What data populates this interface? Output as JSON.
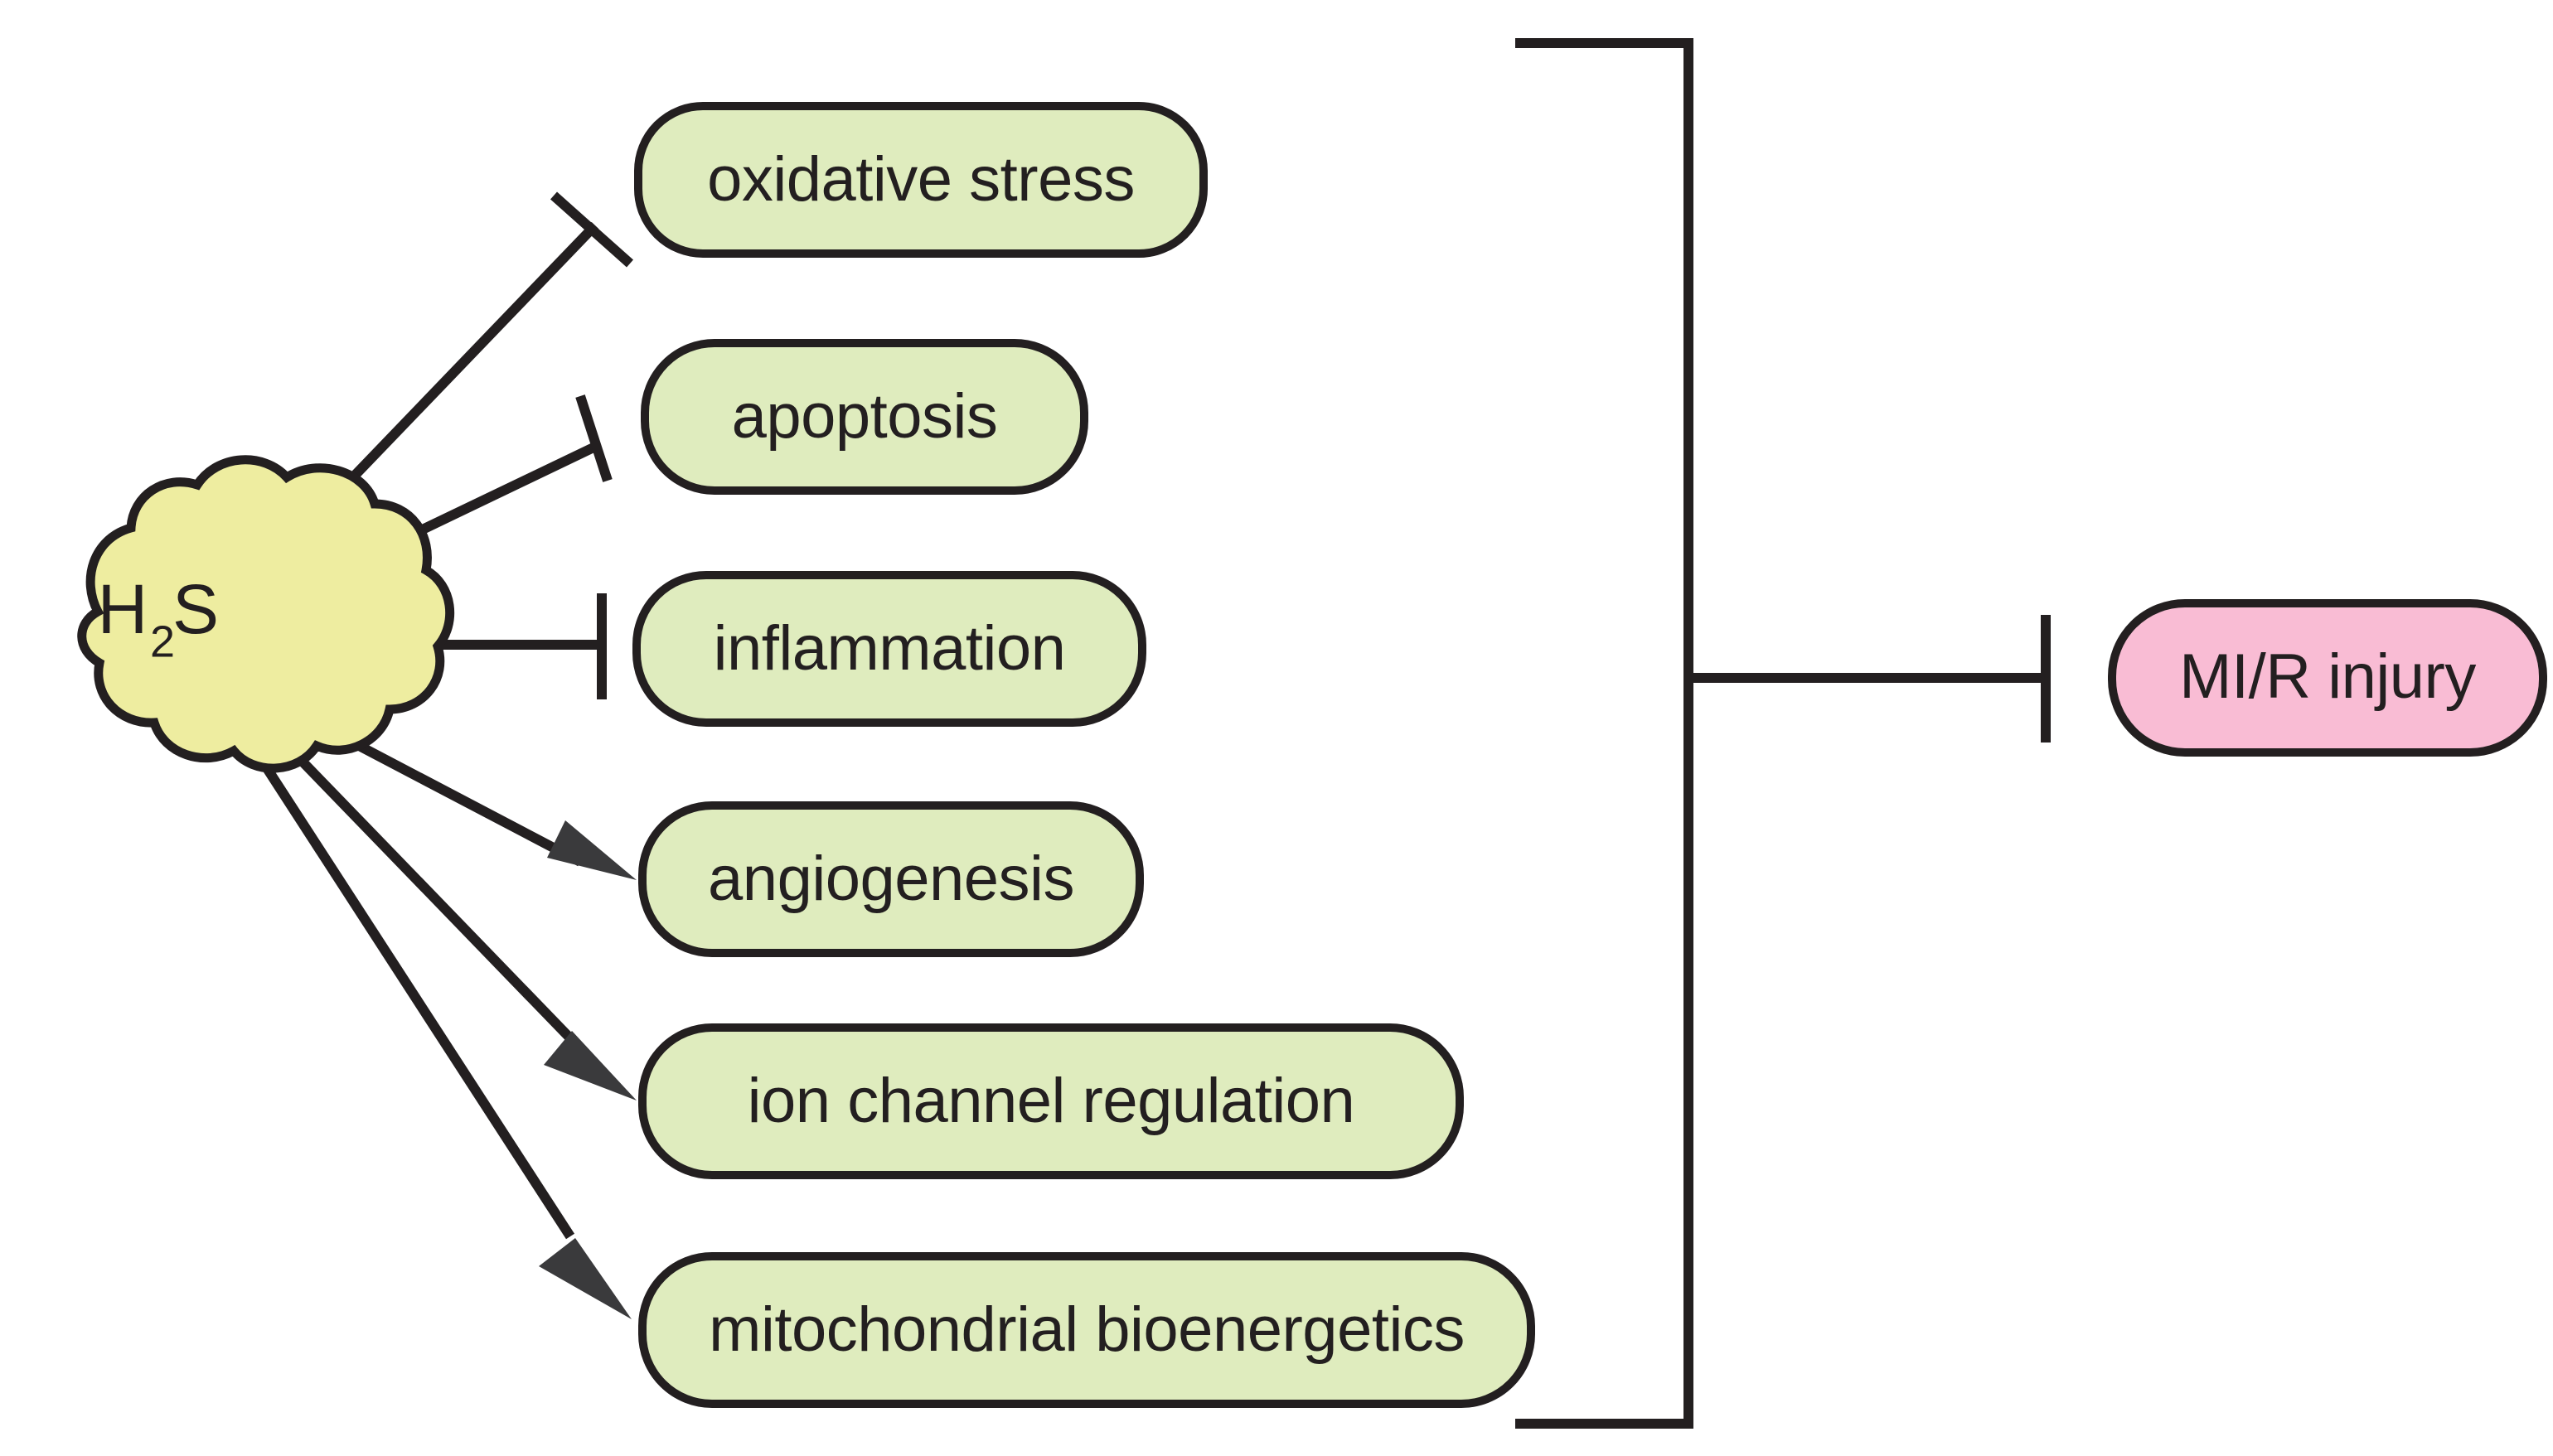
{
  "diagram": {
    "title_text": "",
    "source": {
      "name": "h2s-source",
      "label_main": "H",
      "label_sub": "2",
      "label_tail": "S",
      "full_label": "H2S",
      "fill_color": "#eeeda0",
      "stroke_color": "#231f20"
    },
    "effects": [
      {
        "id": "oxidative-stress",
        "label": "oxidative stress",
        "relation": "inhibits",
        "fill_color": "#dfecbe"
      },
      {
        "id": "apoptosis",
        "label": "apoptosis",
        "relation": "inhibits",
        "fill_color": "#dfecbe"
      },
      {
        "id": "inflammation",
        "label": "inflammation",
        "relation": "inhibits",
        "fill_color": "#dfecbe"
      },
      {
        "id": "angiogenesis",
        "label": "angiogenesis",
        "relation": "promotes",
        "fill_color": "#dfecbe"
      },
      {
        "id": "ion-channel-regulation",
        "label": "ion channel regulation",
        "relation": "promotes",
        "fill_color": "#dfecbe"
      },
      {
        "id": "mitochondrial-bioenergetics",
        "label": "mitochondrial bioenergetics",
        "relation": "promotes",
        "fill_color": "#dfecbe"
      }
    ],
    "outcome": {
      "id": "mi-r-injury",
      "label": "MI/R injury",
      "relation_from_group": "inhibits",
      "fill_color": "#f9bcd4",
      "stroke_color": "#231f20"
    },
    "grouping_bracket": {
      "name": "effects-group-bracket",
      "stroke_color": "#231f20"
    },
    "colors": {
      "line": "#231f20",
      "background": "#ffffff",
      "green_fill": "#dfecbe",
      "pink_fill": "#f9bcd4",
      "yellow_fill": "#eeeda0"
    }
  }
}
